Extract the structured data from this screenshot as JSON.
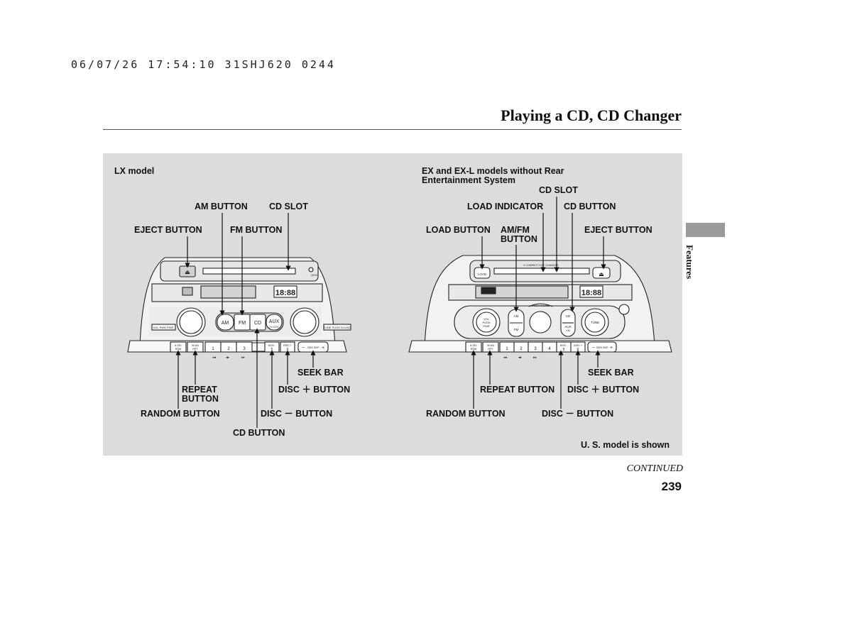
{
  "header": {
    "print_stamp": "06/07/26 17:54:10 31SHJ620 0244",
    "page_title": "Playing a CD, CD Changer"
  },
  "sidebar": {
    "section_label": "Features"
  },
  "lx_panel": {
    "model_label": "LX model",
    "callouts": {
      "am_button": "AM BUTTON",
      "cd_slot": "CD SLOT",
      "eject_button": "EJECT BUTTON",
      "fm_button": "FM BUTTON",
      "seek_bar": "SEEK BAR",
      "repeat_button_1": "REPEAT",
      "repeat_button_2": "BUTTON",
      "disc_plus_button": "DISC ＋ BUTTON",
      "random_button": "RANDOM BUTTON",
      "disc_minus_button": "DISC － BUTTON",
      "cd_button": "CD BUTTON"
    },
    "unit": {
      "eject_symbol": "⏏",
      "disc_text": "DISC",
      "clock": "18:88",
      "am": "AM",
      "fm": "FM",
      "cd": "CD",
      "aux": "AUX",
      "clock_label": "CLOCK",
      "vol_label": "VOL PWR PWR",
      "tune_label": "TUNE PUSH SOUND",
      "a_sel_1": "A.SEL",
      "a_sel_2": "RDM",
      "scan_1": "SCAN",
      "scan_2": "RPT",
      "presets": [
        "1",
        "2",
        "3"
      ],
      "disc_minus": "DISC -",
      "disc_minus_num": "5",
      "disc_plus": "DISC +",
      "disc_plus_num": "6",
      "seek_minus": "−",
      "seek_plus": "+",
      "seek_text": "SEEK SKIP"
    }
  },
  "ex_panel": {
    "model_label_1": "EX and EX-L models without Rear",
    "model_label_2": "Entertainment System",
    "callouts": {
      "cd_slot": "CD SLOT",
      "load_indicator": "LOAD INDICATOR",
      "cd_button": "CD BUTTON",
      "load_button": "LOAD BUTTON",
      "amfm_button_1": "AM/FM",
      "amfm_button_2": "BUTTON",
      "eject_button": "EJECT BUTTON",
      "seek_bar": "SEEK BAR",
      "repeat_button": "REPEAT BUTTON",
      "disc_plus_button": "DISC ＋ BUTTON",
      "random_button": "RANDOM BUTTON",
      "disc_minus_button": "DISC － BUTTON"
    },
    "unit": {
      "load": "LOAD",
      "eject_symbol": "⏏",
      "changer_label": "6 COMPACT DISC CHANGER",
      "clock": "18:88",
      "am": "AM",
      "fm": "FM",
      "cd": "CD",
      "aux": "AUX",
      "aux_2": "XM",
      "vol_label_1": "VOL",
      "vol_label_2": "PUSH",
      "vol_label_3": "PWR",
      "tune_label": "TUNE",
      "push_sound": "PUSH SOUND",
      "a_sel_1": "A.SEL",
      "a_sel_2": "RDM",
      "scan_1": "SCAN",
      "scan_2": "RPT",
      "presets": [
        "1",
        "2",
        "3",
        "4"
      ],
      "disc_minus": "DISC -",
      "disc_minus_num": "5",
      "disc_plus": "DISC +",
      "disc_plus_num": "6",
      "seek_minus": "−",
      "seek_plus": "+",
      "seek_text": "SEEK SKIP"
    }
  },
  "figure_note": "U. S. model is shown",
  "footer": {
    "continued": "CONTINUED",
    "page_number": "239"
  }
}
